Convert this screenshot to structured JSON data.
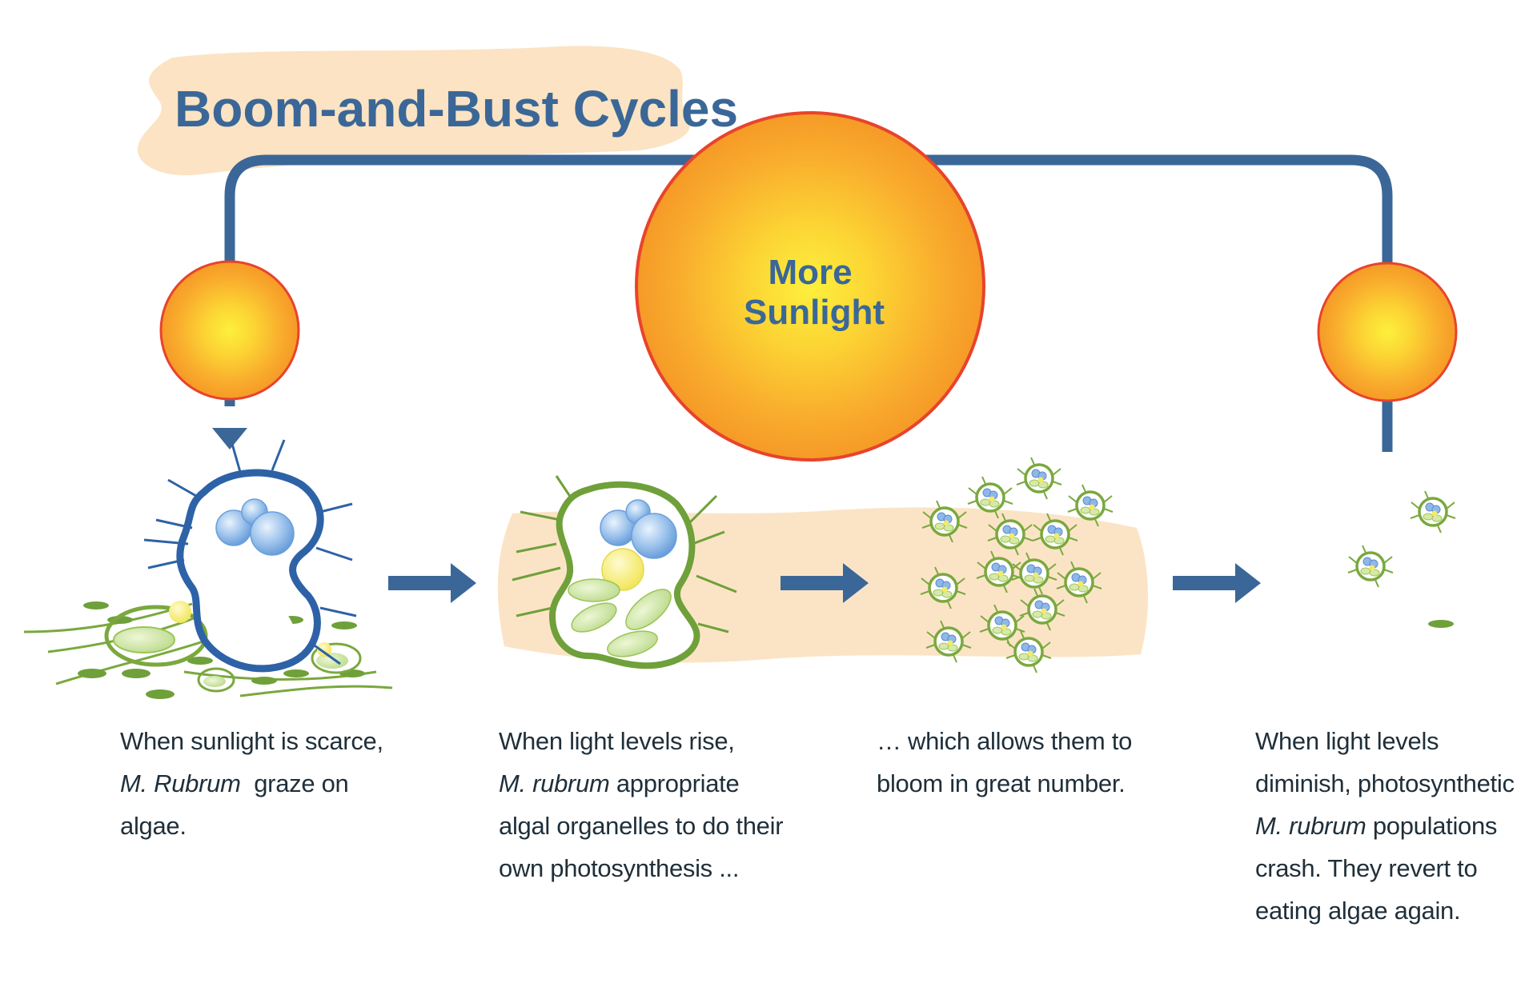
{
  "title": "Boom-and-Bust Cycles",
  "center_sun": {
    "line1": "More",
    "line2": "Sunlight"
  },
  "colors": {
    "accent_blue": "#3a6797",
    "sun_orange": "#f7a52b",
    "sun_core": "#fbe33a",
    "sun_rim": "#e8432c",
    "organism_green": "#6fa03a",
    "organism_blue": "#2e62a6",
    "band_peach": "#fbe3c4"
  },
  "stages": [
    {
      "icon": "grazing-organism-icon",
      "caption": {
        "line1": "When sunlight is scarce,",
        "species": "M. Rubrum",
        "line2_rest": "  graze on",
        "line3": "algae."
      }
    },
    {
      "icon": "photosynthetic-organism-icon",
      "caption": {
        "line1": "When light levels rise,",
        "species": "M. rubrum",
        "line2_rest": " appropriate",
        "line3": "algal organelles to do their",
        "line4": "own photosynthesis ..."
      }
    },
    {
      "icon": "bloom-cluster-icon",
      "caption": {
        "line1": "… which allows them to",
        "line2": "bloom in great number."
      }
    },
    {
      "icon": "population-crash-icon",
      "caption": {
        "line1": "When light levels",
        "line2": "diminish, photosynthetic",
        "species": "M. rubrum",
        "line3_rest": " populations",
        "line4": "crash. They revert to",
        "line5": "eating algae again."
      }
    }
  ]
}
